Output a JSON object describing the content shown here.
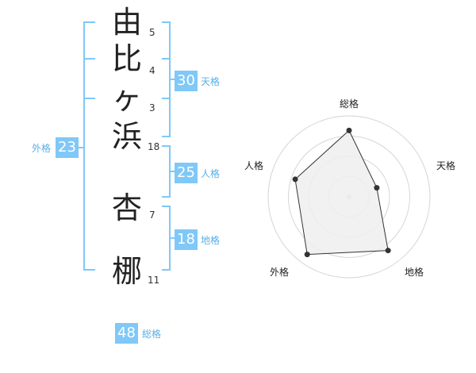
{
  "name": {
    "characters": [
      {
        "char": "由",
        "strokes": "5"
      },
      {
        "char": "比",
        "strokes": "4"
      },
      {
        "char": "ヶ",
        "strokes": "3"
      },
      {
        "char": "浜",
        "strokes": "18"
      },
      {
        "char": "杏",
        "strokes": "7"
      },
      {
        "char": "梛",
        "strokes": "11"
      }
    ]
  },
  "fortunes": {
    "tenkaku": {
      "value": "30",
      "label": "天格"
    },
    "jinkaku": {
      "value": "25",
      "label": "人格"
    },
    "chikaku": {
      "value": "18",
      "label": "地格"
    },
    "gaikaku": {
      "value": "23",
      "label": "外格"
    },
    "soukaku": {
      "value": "48",
      "label": "総格"
    }
  },
  "radar": {
    "axis_labels": [
      "総格",
      "天格",
      "地格",
      "外格",
      "人格"
    ],
    "levels": [
      0.82,
      0.36,
      0.82,
      0.88,
      0.7
    ],
    "colors": {
      "line": "#333333",
      "fill": "#efefef",
      "grid": "#d6d6d6",
      "accent": "#7fc8f8"
    }
  }
}
